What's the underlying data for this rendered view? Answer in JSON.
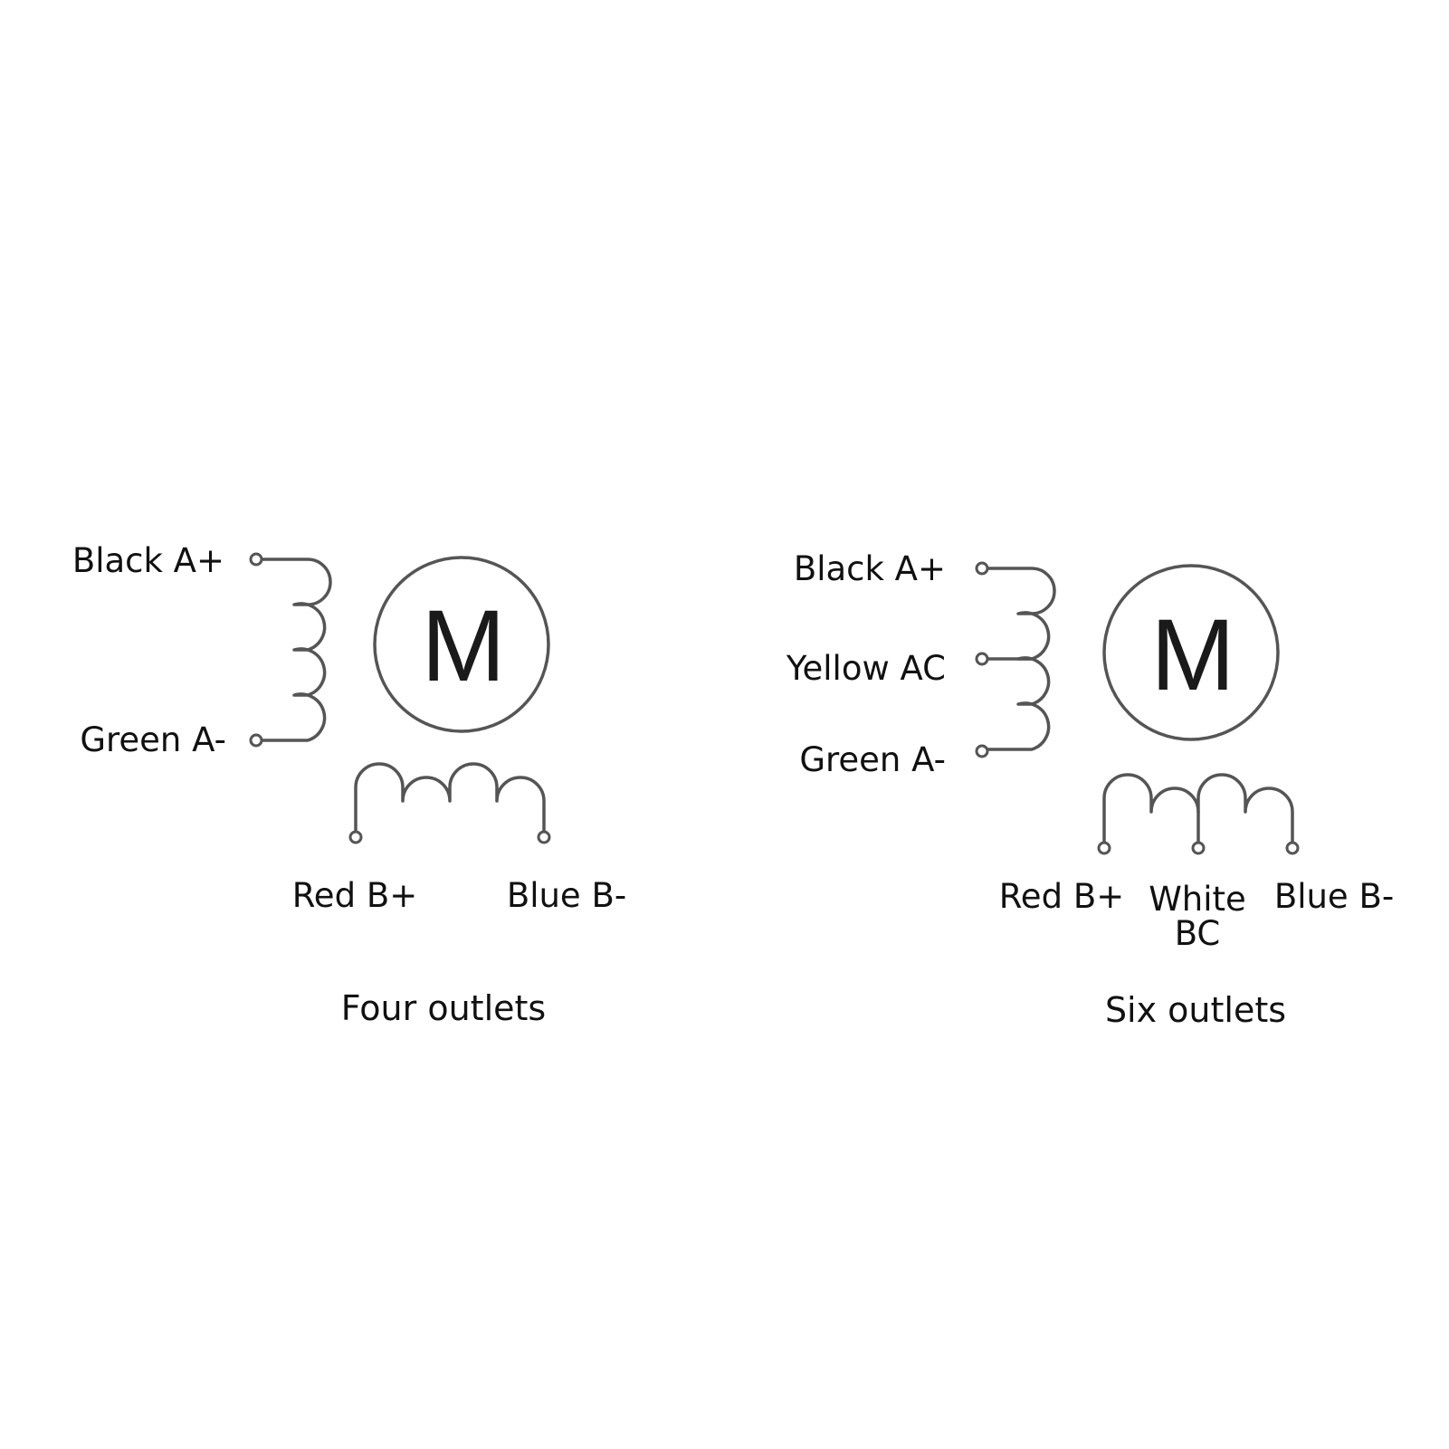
{
  "diagrams": [
    {
      "motor_letter": "M",
      "labels": {
        "black": "Black A+",
        "green": "Green A-",
        "red": "Red B+",
        "blue": "Blue B-"
      },
      "caption": "Four outlets"
    },
    {
      "motor_letter": "M",
      "labels": {
        "black": "Black A+",
        "yellow": "Yellow AC",
        "green": "Green A-",
        "red": "Red B+",
        "white_line1": "White",
        "white_line2": "BC",
        "blue": "Blue B-"
      },
      "caption": "Six outlets"
    }
  ]
}
